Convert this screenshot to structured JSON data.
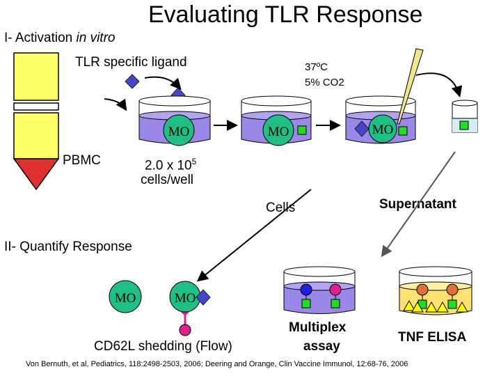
{
  "title": "Evaluating TLR Response",
  "section1": {
    "prefix": "I- Activation ",
    "italic": "in vitro"
  },
  "section2": "II- Quantify Response",
  "labels": {
    "ligand": "TLR specific ligand",
    "pbmc": "PBMC",
    "conditions_temp": "37ºC",
    "conditions_co2": "5% CO2",
    "density_base": "2.0 x 10",
    "density_exp": "5",
    "density_unit": "cells/well",
    "cells": "Cells",
    "supernatant": "Supernatant",
    "flow": "CD62L shedding (Flow)",
    "multiplex_1": "Multiplex",
    "multiplex_2": "assay",
    "elisa": "TNF ELISA",
    "cell_mo": "MO"
  },
  "citation": "Von Bernuth, et al, Pediatrics, 118:2498-2503, 2006;  Deering and Orange, Clin Vaccine Immunol, 12:68-76, 2006",
  "colors": {
    "tube": "#ffff66",
    "tube_tip": "#e03030",
    "well": "#9b87e8",
    "cell": "#1fbf85",
    "ligand": "#4545c8",
    "cytokine": "#22dd22",
    "pipette": "#f0e68c",
    "bead_blue": "#2020e0",
    "bead_pink": "#e0208f",
    "bead_orange": "#e0703a",
    "elisa_fill": "#ffe070"
  }
}
